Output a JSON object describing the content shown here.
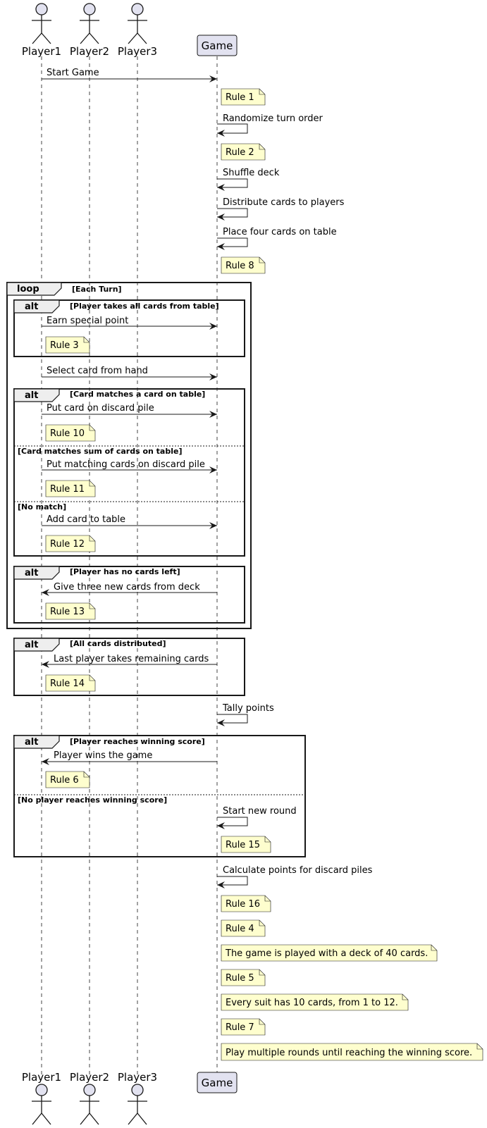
{
  "actors": [
    {
      "id": "p1",
      "label": "Player1"
    },
    {
      "id": "p2",
      "label": "Player2"
    },
    {
      "id": "p3",
      "label": "Player3"
    }
  ],
  "participant": {
    "id": "game",
    "label": "Game"
  },
  "colors": {
    "participant_fill": "#e2e2f0",
    "participant_stroke": "#181818",
    "note_fill": "#fefece",
    "note_stroke": "#181818",
    "frame_tab_fill": "#eeeeee",
    "lifeline": "#181818"
  },
  "messages": [
    {
      "id": "m1",
      "label": "Start Game"
    },
    {
      "id": "m2",
      "label": "Randomize turn order"
    },
    {
      "id": "m3",
      "label": "Shuffle deck"
    },
    {
      "id": "m4",
      "label": "Distribute cards to players"
    },
    {
      "id": "m5",
      "label": "Place four cards on table"
    },
    {
      "id": "m6",
      "label": "Earn special point"
    },
    {
      "id": "m7",
      "label": "Select card from hand"
    },
    {
      "id": "m8",
      "label": "Put card on discard pile"
    },
    {
      "id": "m9",
      "label": "Put matching cards on discard pile"
    },
    {
      "id": "m10",
      "label": "Add card to table"
    },
    {
      "id": "m11",
      "label": "Give three new cards from deck"
    },
    {
      "id": "m12",
      "label": "Last player takes remaining cards"
    },
    {
      "id": "m13",
      "label": "Tally points"
    },
    {
      "id": "m14",
      "label": "Player wins the game"
    },
    {
      "id": "m15",
      "label": "Start new round"
    },
    {
      "id": "m16",
      "label": "Calculate points for discard piles"
    }
  ],
  "notes": [
    {
      "id": "n1",
      "text": "Rule 1"
    },
    {
      "id": "n2",
      "text": "Rule 2"
    },
    {
      "id": "n3",
      "text": "Rule 8"
    },
    {
      "id": "n4",
      "text": "Rule 3"
    },
    {
      "id": "n5",
      "text": "Rule 10"
    },
    {
      "id": "n6",
      "text": "Rule 11"
    },
    {
      "id": "n7",
      "text": "Rule 12"
    },
    {
      "id": "n8",
      "text": "Rule 13"
    },
    {
      "id": "n9",
      "text": "Rule 14"
    },
    {
      "id": "n10",
      "text": "Rule 6"
    },
    {
      "id": "n11",
      "text": "Rule 15"
    },
    {
      "id": "n12",
      "text": "Rule 16"
    },
    {
      "id": "n13",
      "text": "Rule 4"
    },
    {
      "id": "n14",
      "text": "The game is played with a deck of 40 cards."
    },
    {
      "id": "n15",
      "text": "Rule 5"
    },
    {
      "id": "n16",
      "text": "Every suit has 10 cards, from 1 to 12."
    },
    {
      "id": "n17",
      "text": "Rule 7"
    },
    {
      "id": "n18",
      "text": "Play multiple rounds until reaching the winning score."
    }
  ],
  "frames": [
    {
      "id": "f-loop",
      "keyword": "loop",
      "guard": "[Each Turn]"
    },
    {
      "id": "f-alt1",
      "keyword": "alt",
      "guard": "[Player takes all cards from table]"
    },
    {
      "id": "f-alt2",
      "keyword": "alt",
      "guard": "[Card matches a card on table]",
      "else": [
        "[Card matches sum of cards on table]",
        "[No match]"
      ]
    },
    {
      "id": "f-alt3",
      "keyword": "alt",
      "guard": "[Player has no cards left]"
    },
    {
      "id": "f-alt4",
      "keyword": "alt",
      "guard": "[All cards distributed]"
    },
    {
      "id": "f-alt5",
      "keyword": "alt",
      "guard": "[Player reaches winning score]",
      "else": [
        "[No player reaches winning score]"
      ]
    }
  ]
}
